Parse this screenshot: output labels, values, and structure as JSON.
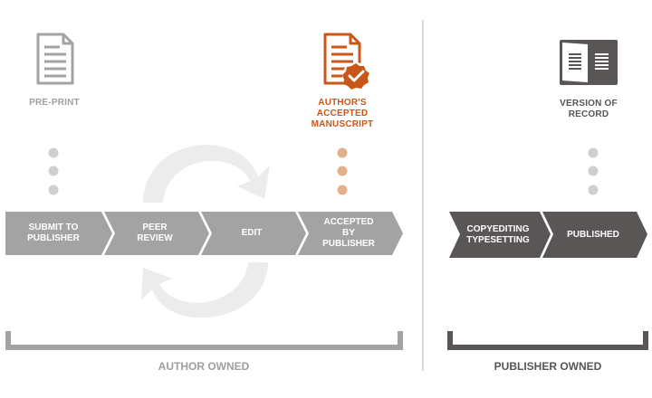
{
  "stages": {
    "preprint": "PRE-PRINT",
    "accepted_manuscript": "AUTHOR'S\nACCEPTED\nMANUSCRIPT",
    "version_of_record": "VERSION OF\nRECORD"
  },
  "steps": {
    "submit": "SUBMIT TO\nPUBLISHER",
    "peer_review": "PEER\nREVIEW",
    "edit": "EDIT",
    "accepted": "ACCEPTED\nBY\nPUBLISHER",
    "copyediting": "COPYEDITING\nTYPESETTING",
    "published": "PUBLISHED"
  },
  "sections": {
    "author": "AUTHOR OWNED",
    "publisher": "PUBLISHER OWNED"
  },
  "colors": {
    "gray": "#a3a3a3",
    "light_gray": "#cfcfcf",
    "orange": "#c8571a",
    "dot_orange": "#e3b08c",
    "dark": "#5a5656"
  },
  "icons": {
    "preprint": "document-icon",
    "accepted": "certified-document-icon",
    "record": "open-book-icon",
    "cycle": "revision-cycle-icon"
  }
}
